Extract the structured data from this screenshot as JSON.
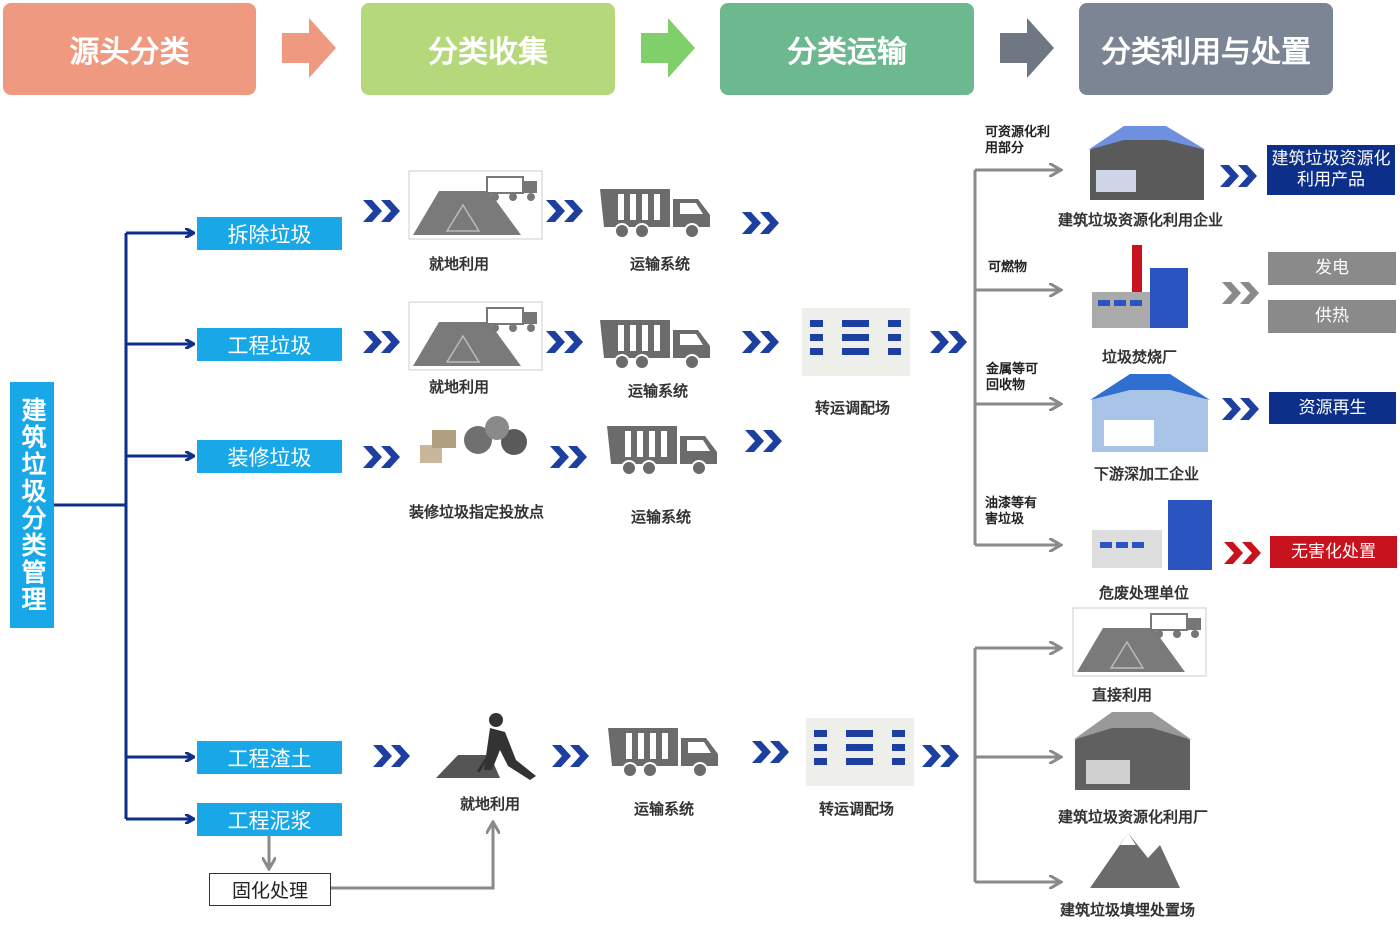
{
  "stages": [
    "源头分类",
    "分类收集",
    "分类运输",
    "分类利用与处置"
  ],
  "stage_colors": [
    "#ef9a80",
    "#b5d97a",
    "#6db98f",
    "#7b8593"
  ],
  "arrow_colors": [
    "#ef9a80",
    "#7fcf6a",
    "#6f7782"
  ],
  "main_title": "建筑垃圾分类管理",
  "categories": [
    "拆除垃圾",
    "工程垃圾",
    "装修垃圾",
    "工程渣土",
    "工程泥浆"
  ],
  "fix_label": "固化处理",
  "collection": {
    "row1": "就地利用",
    "row2": "就地利用",
    "row3": "装修垃圾指定投放点",
    "row4": "就地利用"
  },
  "transport": [
    "运输系统",
    "运输系统",
    "运输系统",
    "运输系统"
  ],
  "transfer": [
    "转运调配场",
    "转运调配场"
  ],
  "streams": [
    "可资源化利用部分",
    "可燃物",
    "金属等可回收物",
    "油漆等有害垃圾"
  ],
  "facilities": {
    "f1": "建筑垃圾资源化利用企业",
    "f2": "垃圾焚烧厂",
    "f3": "下游深加工企业",
    "f4": "危废处理单位",
    "f5": "直接利用",
    "f6": "建筑垃圾资源化利用厂",
    "f7": "建筑垃圾填埋处置场"
  },
  "outputs": {
    "o1": "建筑垃圾资源化利用产品",
    "o2a": "发电",
    "o2b": "供热",
    "o3": "资源再生",
    "o4": "无害化处置"
  },
  "colors": {
    "blue": "#18a8e8",
    "navy": "#0c2f8a",
    "red": "#c8121d",
    "gray": "#8a8a8a",
    "arrow": "#1d3fa0"
  }
}
